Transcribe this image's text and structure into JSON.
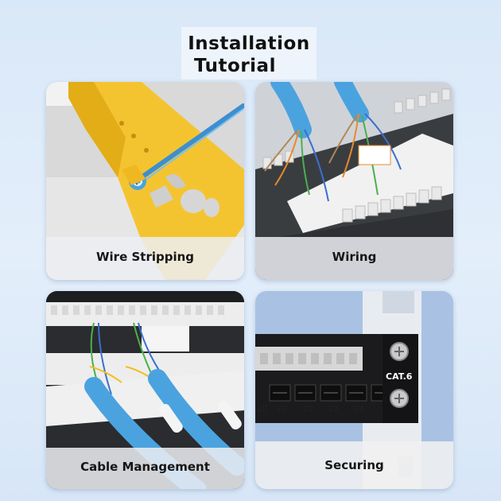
{
  "title": {
    "line1": "Installation",
    "line2": "Tutorial"
  },
  "steps": [
    {
      "label": "Wire Stripping"
    },
    {
      "label": "Wiring"
    },
    {
      "label": "Cable Management"
    },
    {
      "label": "Securing"
    }
  ],
  "panel": {
    "badge": "CAT.6",
    "ports": [
      "20",
      "21",
      "22",
      "23",
      "24"
    ]
  },
  "colors": {
    "tool_yellow": "#f4c430",
    "cable_blue": "#4aa3df",
    "panel_black": "#1b1b1d",
    "background": "#dde9f7"
  }
}
